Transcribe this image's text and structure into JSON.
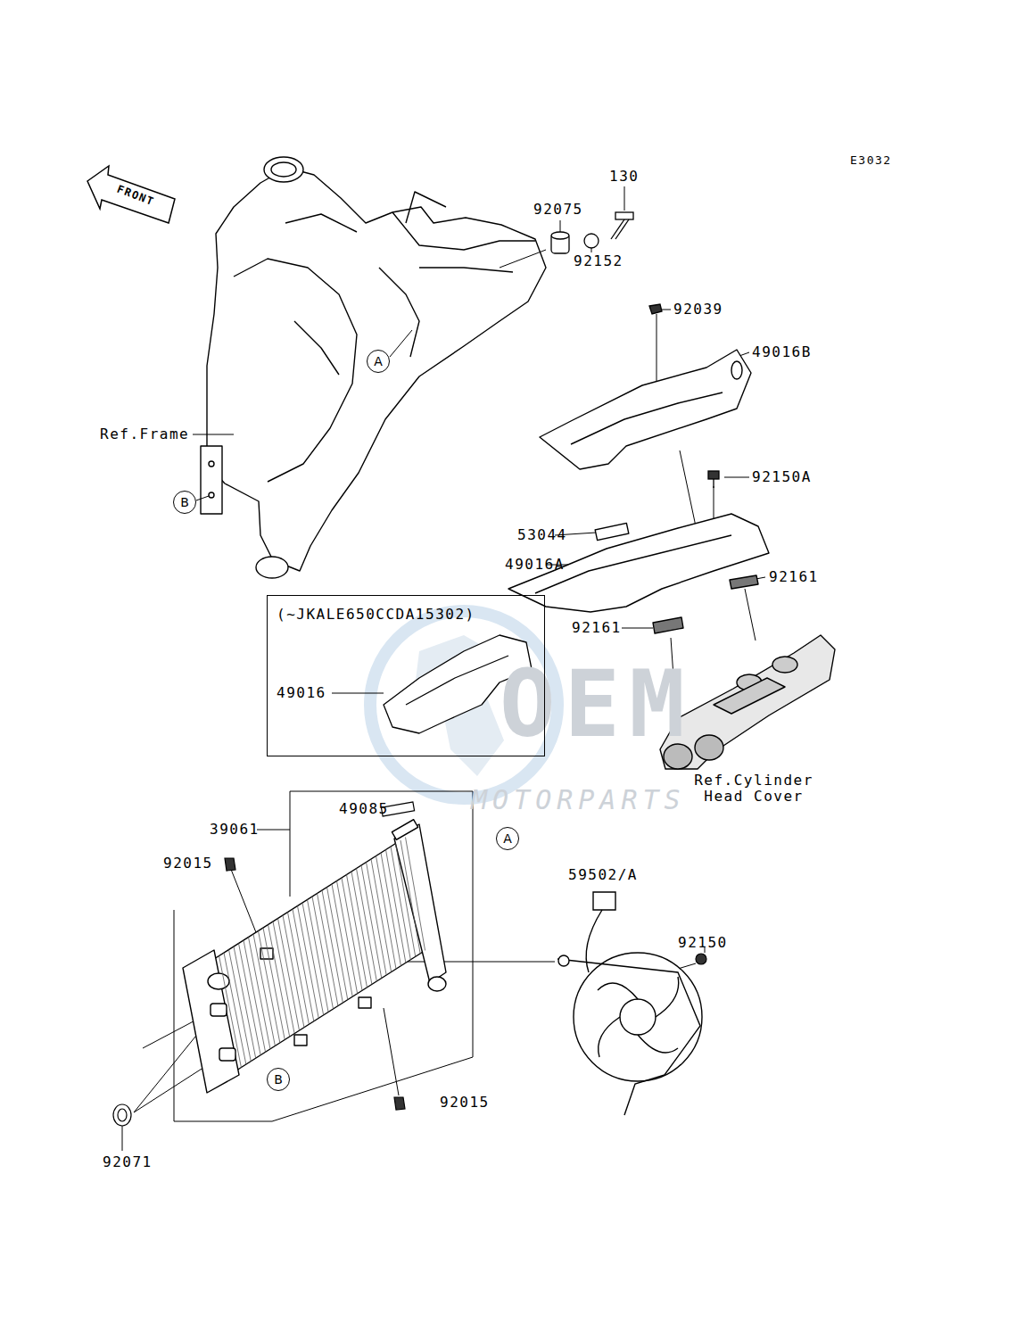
{
  "diagram": {
    "nodes": [
      {
        "text": [
          "A"
        ]
      },
      {
        "text": [
          "B"
        ]
      },
      {
        "text": [
          "(~JKALE650CCDA15302)",
          "49016"
        ]
      },
      {
        "text": [
          "A"
        ]
      },
      {
        "text": [
          "B"
        ]
      }
    ],
    "labels": [
      "E3032",
      "FRONT",
      "130",
      "92075",
      "92152",
      "92039",
      "49016B",
      "Ref.Frame",
      "92150A",
      "53044",
      "49016A",
      "92161",
      "92161",
      "Ref.Cylinder Head Cover",
      "49085",
      "39061",
      "92015",
      "59502/A",
      "92150",
      "92015",
      "92071",
      "OEM",
      "MOTORPARTS"
    ]
  }
}
